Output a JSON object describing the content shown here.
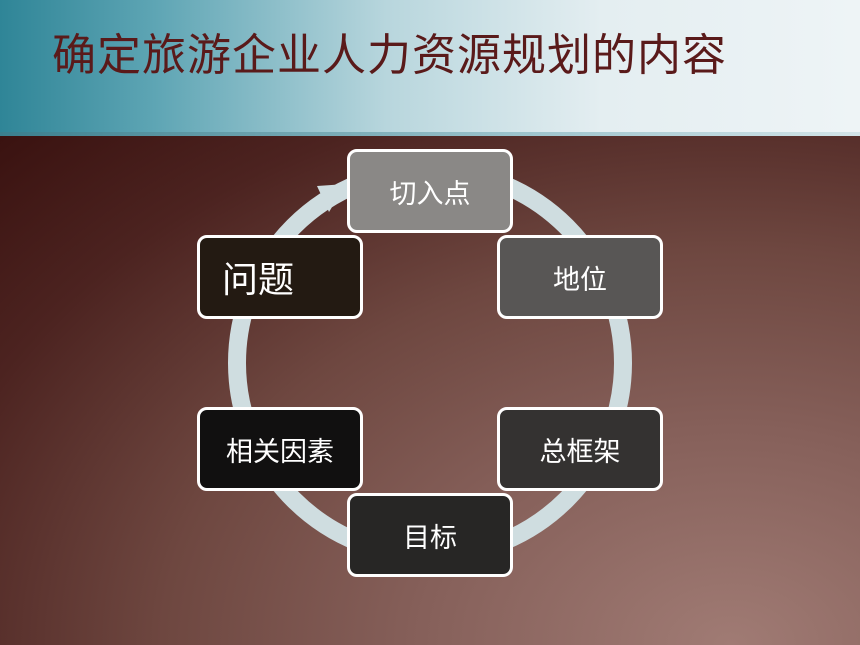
{
  "slide": {
    "title": "确定旅游企业人力资源规划的内容"
  },
  "cycle": {
    "nodes": [
      {
        "label": "切入点"
      },
      {
        "label": "地位"
      },
      {
        "label": "总框架"
      },
      {
        "label": "目标"
      },
      {
        "label": "相关因素"
      },
      {
        "label": "问题"
      }
    ]
  },
  "colors": {
    "title_text": "#5a1a1a",
    "ring": "#cfdde0",
    "node_border": "#ffffff"
  }
}
